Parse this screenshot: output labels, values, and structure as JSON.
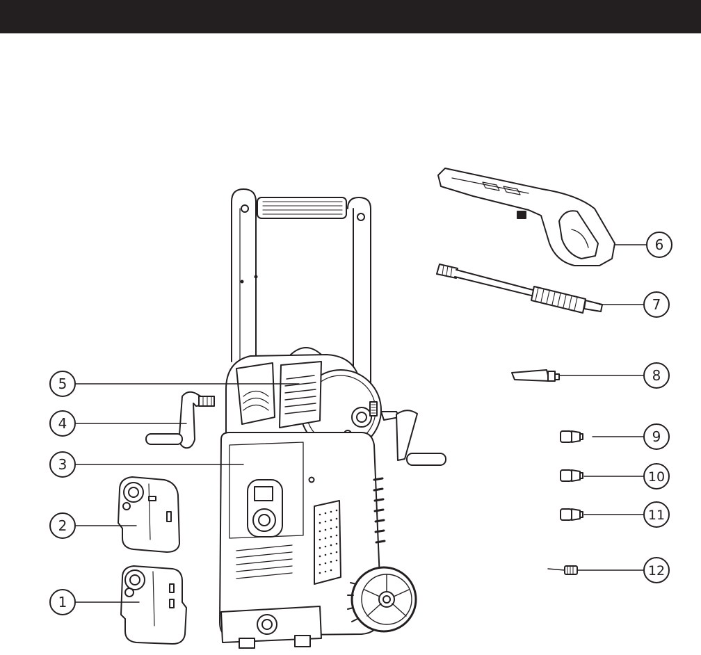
{
  "header_bar": {
    "color": "#231f20"
  },
  "callouts": [
    {
      "number": "1"
    },
    {
      "number": "2"
    },
    {
      "number": "3"
    },
    {
      "number": "4"
    },
    {
      "number": "5"
    },
    {
      "number": "6"
    },
    {
      "number": "7"
    },
    {
      "number": "8"
    },
    {
      "number": "9"
    },
    {
      "number": "10"
    },
    {
      "number": "11"
    },
    {
      "number": "12"
    }
  ]
}
